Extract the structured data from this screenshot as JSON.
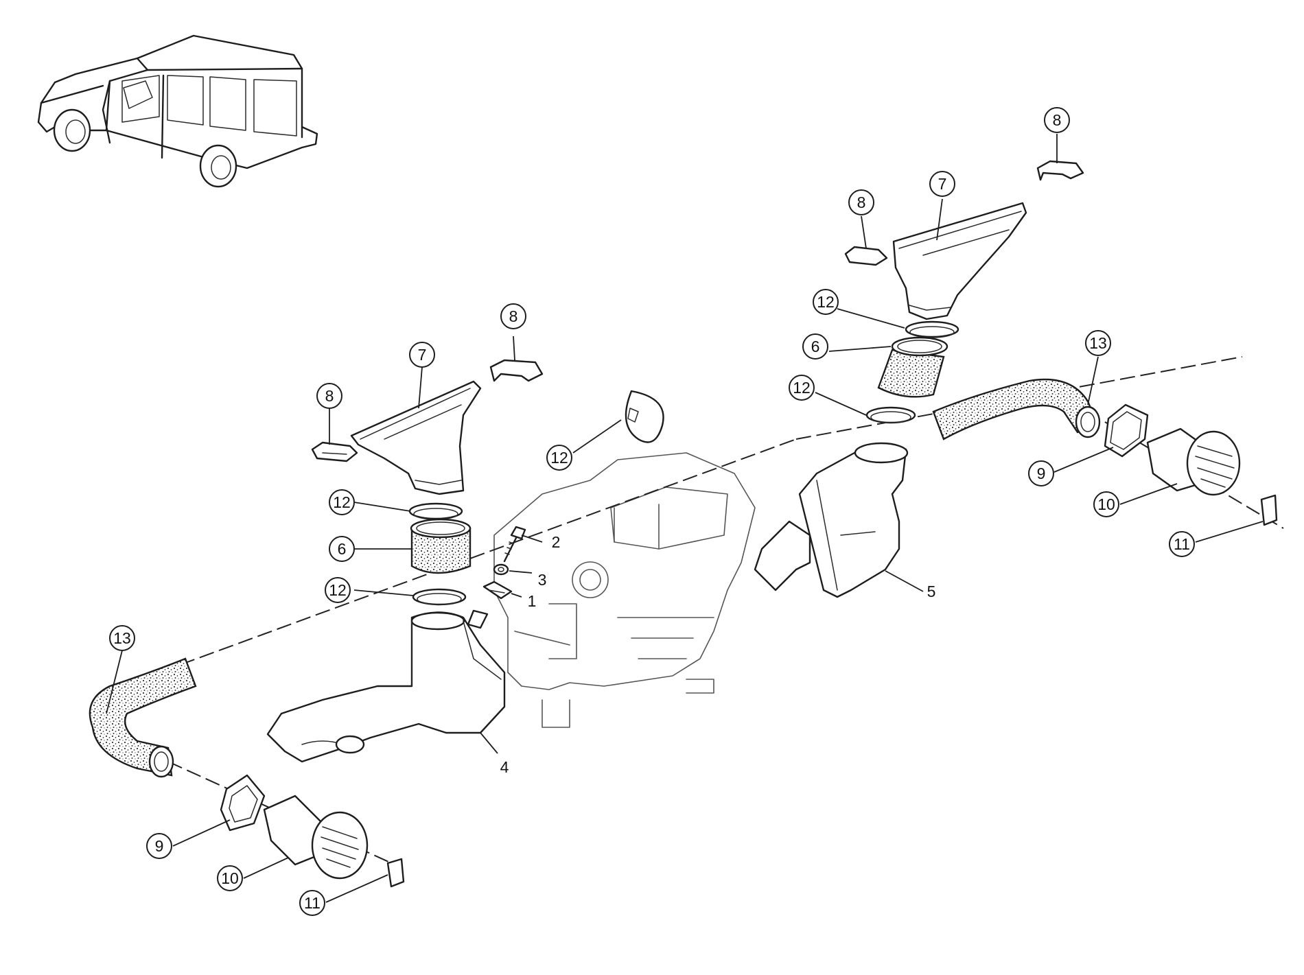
{
  "diagram": {
    "callouts": [
      {
        "id": "c-left-13",
        "label": "13"
      },
      {
        "id": "c-left-9",
        "label": "9"
      },
      {
        "id": "c-left-10",
        "label": "10"
      },
      {
        "id": "c-left-11",
        "label": "11"
      },
      {
        "id": "c-left-12a",
        "label": "12"
      },
      {
        "id": "c-left-6",
        "label": "6"
      },
      {
        "id": "c-left-12b",
        "label": "12"
      },
      {
        "id": "c-left-8a",
        "label": "8"
      },
      {
        "id": "c-left-7",
        "label": "7"
      },
      {
        "id": "c-left-8b",
        "label": "8"
      },
      {
        "id": "c-mid-12",
        "label": "12"
      },
      {
        "id": "c-right-8a",
        "label": "8"
      },
      {
        "id": "c-right-7",
        "label": "7"
      },
      {
        "id": "c-right-8b",
        "label": "8"
      },
      {
        "id": "c-right-12a",
        "label": "12"
      },
      {
        "id": "c-right-6",
        "label": "6"
      },
      {
        "id": "c-right-12b",
        "label": "12"
      },
      {
        "id": "c-right-13",
        "label": "13"
      },
      {
        "id": "c-right-9",
        "label": "9"
      },
      {
        "id": "c-right-10",
        "label": "10"
      },
      {
        "id": "c-right-11",
        "label": "11"
      }
    ],
    "bare_labels": [
      {
        "id": "n-1",
        "label": "1"
      },
      {
        "id": "n-2",
        "label": "2"
      },
      {
        "id": "n-3",
        "label": "3"
      },
      {
        "id": "n-4",
        "label": "4"
      },
      {
        "id": "n-5",
        "label": "5"
      }
    ]
  }
}
